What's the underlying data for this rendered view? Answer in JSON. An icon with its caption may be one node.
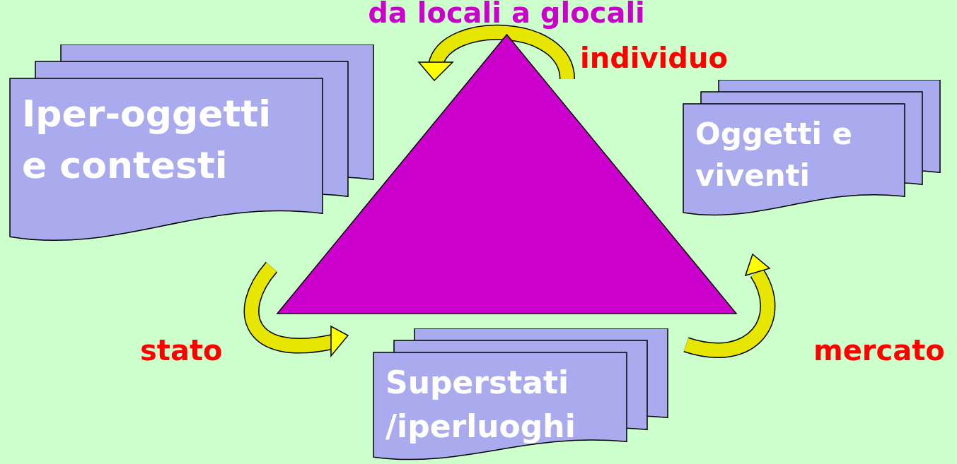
{
  "diagram": {
    "title": "da locali a glocali",
    "nodes": [
      {
        "text": [
          "Iper-oggetti e contesti"
        ]
      },
      {
        "text": [
          "Oggetti e viventi"
        ]
      },
      {
        "text": [
          "Superstati /iperluoghi"
        ]
      },
      {
        "text": [],
        "shape": "triangle"
      }
    ],
    "edges": [],
    "labels": [
      "individuo",
      "stato",
      "mercato"
    ]
  }
}
